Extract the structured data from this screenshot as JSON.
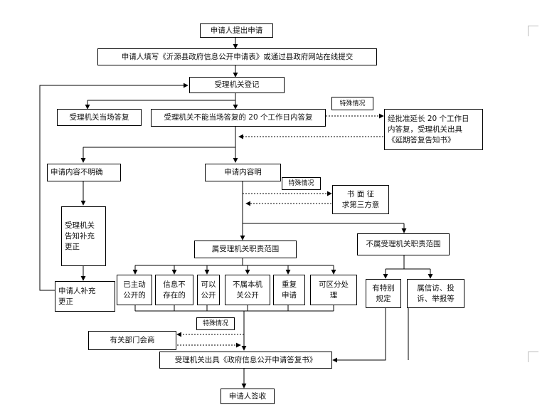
{
  "nodes": {
    "apply": "申请人提出申请",
    "fill_form": "申请人填写《沂源县政府信息公开申请表》或通过县政府网站在线提交",
    "register": "受理机关登记",
    "reply_on_spot": "受理机关当场答复",
    "reply_20days": "受理机关不能当场答复的 20 个工作日内答复",
    "extension": "经批准延长 20 个工作日\n内答复，受理机关出具\n《延期答复告知书》",
    "unclear": "申请内容不明确",
    "clear": "申请内容明",
    "notify_supplement": "受理机关\n告知补充\n更正",
    "applicant_supplement": "申请人补充\n更正",
    "third_party": "书 面 征\n求第三方意",
    "in_scope": "属受理机关职责范围",
    "out_scope": "不属受理机关职责范围",
    "already_public": "已主动\n公开的",
    "not_exist": "信息不\n存在的",
    "can_public": "可以\n公开",
    "not_public": "不属本机\n关公开",
    "duplicate": "重复\n申请",
    "partial": "可区分处\n理",
    "special_rules": "有特别\n规定",
    "petition": "属信访、投\n诉、举报等",
    "consult": "有关部门会商",
    "issue_reply": "受理机关出具《政府信息公开申请答复书》",
    "sign": "申请人签收"
  },
  "notes": {
    "special_1": "特殊情况",
    "special_2": "特殊情况",
    "special_3": "特殊情况"
  }
}
